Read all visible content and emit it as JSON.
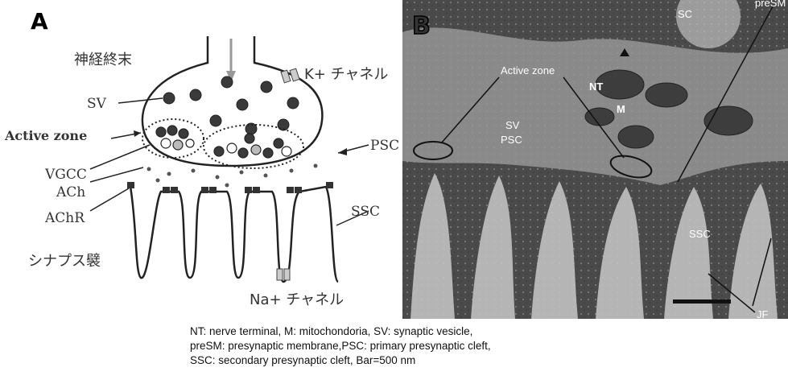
{
  "panel_a": {
    "letter": "A",
    "labels": {
      "nerve_terminal": "神経終末",
      "k_channel": "K+ チャネル",
      "sv": "SV",
      "active_zone": "Active zone",
      "psc": "PSC",
      "vgcc": "VGCC",
      "ach": "ACh",
      "achr": "AChR",
      "ssc": "SSC",
      "synaptic_fold": "シナプス襞",
      "na_channel": "Na+ チャネル"
    }
  },
  "panel_b": {
    "letter": "B",
    "labels": {
      "sc": "SC",
      "presm": "preSM",
      "active_zone": "Active zone",
      "nt": "NT",
      "m": "M",
      "sv": "SV",
      "psc": "PSC",
      "ssc": "SSC",
      "jf": "JF"
    }
  },
  "caption": {
    "line1": "NT: nerve terminal, M: mitochondoria, SV: synaptic vesicle,",
    "line2": "preSM: presynaptic membrane,PSC: primary presynaptic cleft,",
    "line3": "SSC: secondary presynaptic cleft, Bar=500 nm"
  },
  "colors": {
    "ink": "#333333",
    "micrograph_bg": "#4a4a4a",
    "vesicle": "#3a3a3a"
  }
}
